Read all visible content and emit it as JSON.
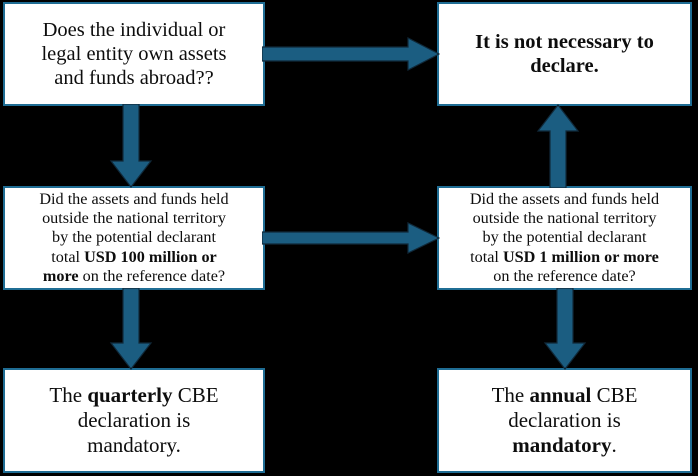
{
  "diagram": {
    "title": "CBE declaration decision flowchart",
    "background_color": "#000000",
    "accent_color": "#1f6d94",
    "arrow_color": "#1b5d81",
    "node_fill": "#ffffff",
    "text_color": "#0d0d0d",
    "nodes": {
      "question_assets_abroad": {
        "text": "Does the individual or legal entity own assets and funds abroad??",
        "html": "Does the individual or<br>legal entity own assets<br>and funds abroad??"
      },
      "not_necessary": {
        "text": "It is not necessary to declare.",
        "html": "It is not necessary to<br>declare."
      },
      "question_100_million": {
        "text": "Did the assets and funds held outside the national territory by the potential declarant total USD 100 million or more on the reference date?",
        "html": "Did the assets and funds held<br>outside the national territory<br>by the potential declarant<br>total <b>USD 100 million or</b><br><b>more</b> on the reference date?"
      },
      "question_1_million": {
        "text": "Did the assets and funds held outside the national territory by the potential declarant total USD 1 million or more on the reference date?",
        "html": "Did the assets and funds held<br>outside the national territory<br>by the potential declarant<br>total <b>USD 1 million or more</b><br>on the reference date?"
      },
      "quarterly_declaration": {
        "text": "The quarterly CBE declaration is mandatory.",
        "html": "The <b>quarterly</b> CBE<br>declaration is<br>mandatory."
      },
      "annual_declaration": {
        "text": "The annual CBE declaration is mandatory.",
        "html": "The <b>annual</b> CBE<br>declaration is<br><b>mandatory</b>."
      }
    },
    "arrows": [
      {
        "name": "arrow-q1-to-not-necessary",
        "from": "question_assets_abroad",
        "to": "not_necessary",
        "direction": "right"
      },
      {
        "name": "arrow-q1-to-q2",
        "from": "question_assets_abroad",
        "to": "question_100_million",
        "direction": "down"
      },
      {
        "name": "arrow-q2-to-q3",
        "from": "question_100_million",
        "to": "question_1_million",
        "direction": "right"
      },
      {
        "name": "arrow-q3-to-not-necessary",
        "from": "question_1_million",
        "to": "not_necessary",
        "direction": "up"
      },
      {
        "name": "arrow-q2-to-quarterly",
        "from": "question_100_million",
        "to": "quarterly_declaration",
        "direction": "down"
      },
      {
        "name": "arrow-q3-to-annual",
        "from": "question_1_million",
        "to": "annual_declaration",
        "direction": "down"
      }
    ]
  }
}
